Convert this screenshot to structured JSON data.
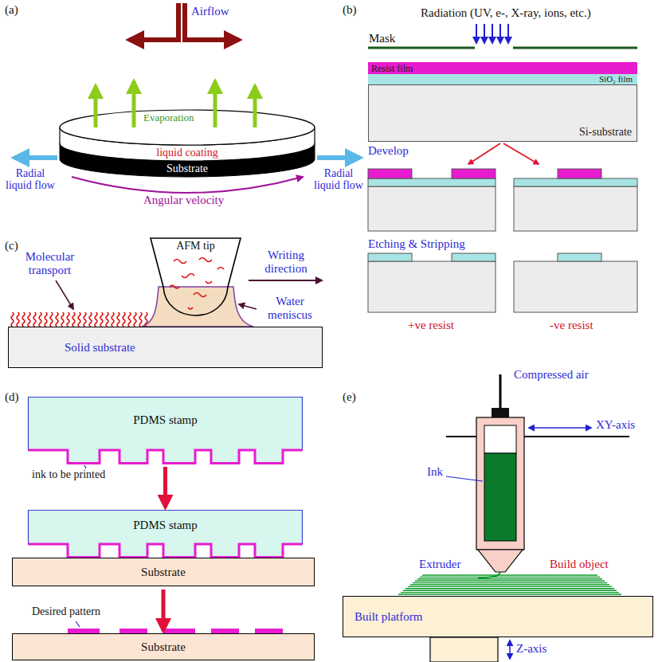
{
  "diagram": {
    "nodes": [
      {
        "text": [
          "liquid coating"
        ]
      },
      {
        "text": [
          "Substrate"
        ]
      },
      {
        "text": [
          "Resist film"
        ]
      },
      {
        "text": [
          "SiO₂ film"
        ]
      },
      {
        "text": [
          "Si-substrate"
        ]
      },
      {
        "text": [
          "AFM tip"
        ]
      },
      {
        "text": [
          "Solid substrate"
        ]
      },
      {
        "text": [
          "PDMS stamp"
        ]
      },
      {
        "text": [
          "PDMS stamp"
        ]
      },
      {
        "text": [
          "Substrate"
        ]
      },
      {
        "text": [
          "Substrate"
        ]
      },
      {
        "text": [
          "Built platform"
        ]
      }
    ],
    "edges": [
      {
        "from": 7,
        "to": 8,
        "arrow": "to"
      },
      {
        "from": 9,
        "to": 10,
        "arrow": "to"
      }
    ],
    "labels": [
      "(a)",
      "Airflow",
      "Evaporation",
      "Radial liquid flow",
      "Radial liquid flow",
      "Angular velocity",
      "(b)",
      "Radiation (UV, e-, X-ray, ions, etc.)",
      "Mask",
      "Develop",
      "Etching & Stripping",
      "+ve resist",
      "-ve resist",
      "(c)",
      "Molecular transport",
      "Writing direction",
      "Water meniscus",
      "(d)",
      "ink to be printed",
      "Desired pattern",
      "(e)",
      "Compressed air",
      "XY-axis",
      "Ink",
      "Extruder",
      "Build object",
      "Z-axis"
    ]
  }
}
